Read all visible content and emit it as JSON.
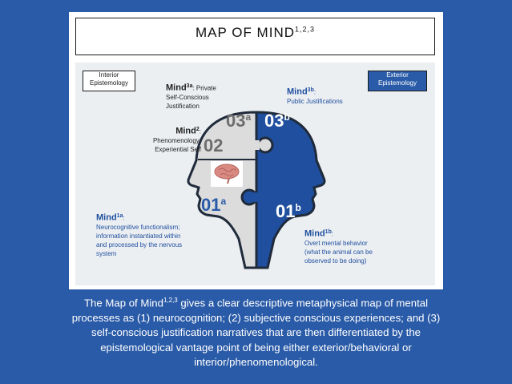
{
  "title": {
    "text": "MAP OF MIND",
    "sup": "1,2,3"
  },
  "boxes": {
    "interior": "Interior Epistemology",
    "exterior": "Exterior Epistemology"
  },
  "numbers": {
    "n03a": {
      "main": "03",
      "sup": "a"
    },
    "n03b": {
      "main": "03",
      "sup": "b"
    },
    "n02": {
      "main": "02"
    },
    "n01a": {
      "main": "01",
      "sup": "a"
    },
    "n01b": {
      "main": "01",
      "sup": "b"
    }
  },
  "labels": {
    "mind3a": {
      "name": "Mind",
      "sup": "3a",
      "text_first": ": Private",
      "text_rest": [
        "Self-Conscious",
        "Justification"
      ]
    },
    "mind3b": {
      "name": "Mind",
      "sup": "3b",
      "text_first": ":",
      "text_rest": [
        "Public Justifications"
      ]
    },
    "mind2": {
      "name": "Mind",
      "sup": "2",
      "text_first": ":",
      "text_rest": [
        "Phenomenology;",
        "Experiential Self"
      ]
    },
    "mind1a": {
      "name": "Mind",
      "sup": "1a",
      "text_first": ":",
      "text_rest": [
        "Neurocognitive functionalism;",
        "information instantiated within",
        "and processed by the nervous",
        "system"
      ]
    },
    "mind1b": {
      "name": "Mind",
      "sup": "1b",
      "text_first": ":",
      "text_rest": [
        "Overt mental behavior",
        "(what the animal can be",
        "observed to be doing)"
      ]
    }
  },
  "caption": {
    "part1": "The Map of Mind",
    "sup": "1,2,3",
    "part2": " gives a clear descriptive metaphysical map of mental processes as (1) neurocognition; (2) subjective conscious experiences; and (3) self-conscious justification narratives that are then differentiated by the epistemological vantage point of being either exterior/behavioral or interior/phenomenological."
  },
  "colors": {
    "background": "#2a5ba8",
    "right_head": "#1f4f9e",
    "left_head": "#dcdcdc",
    "brain": "#d98b82"
  },
  "icons": {
    "brain": "brain-icon"
  }
}
